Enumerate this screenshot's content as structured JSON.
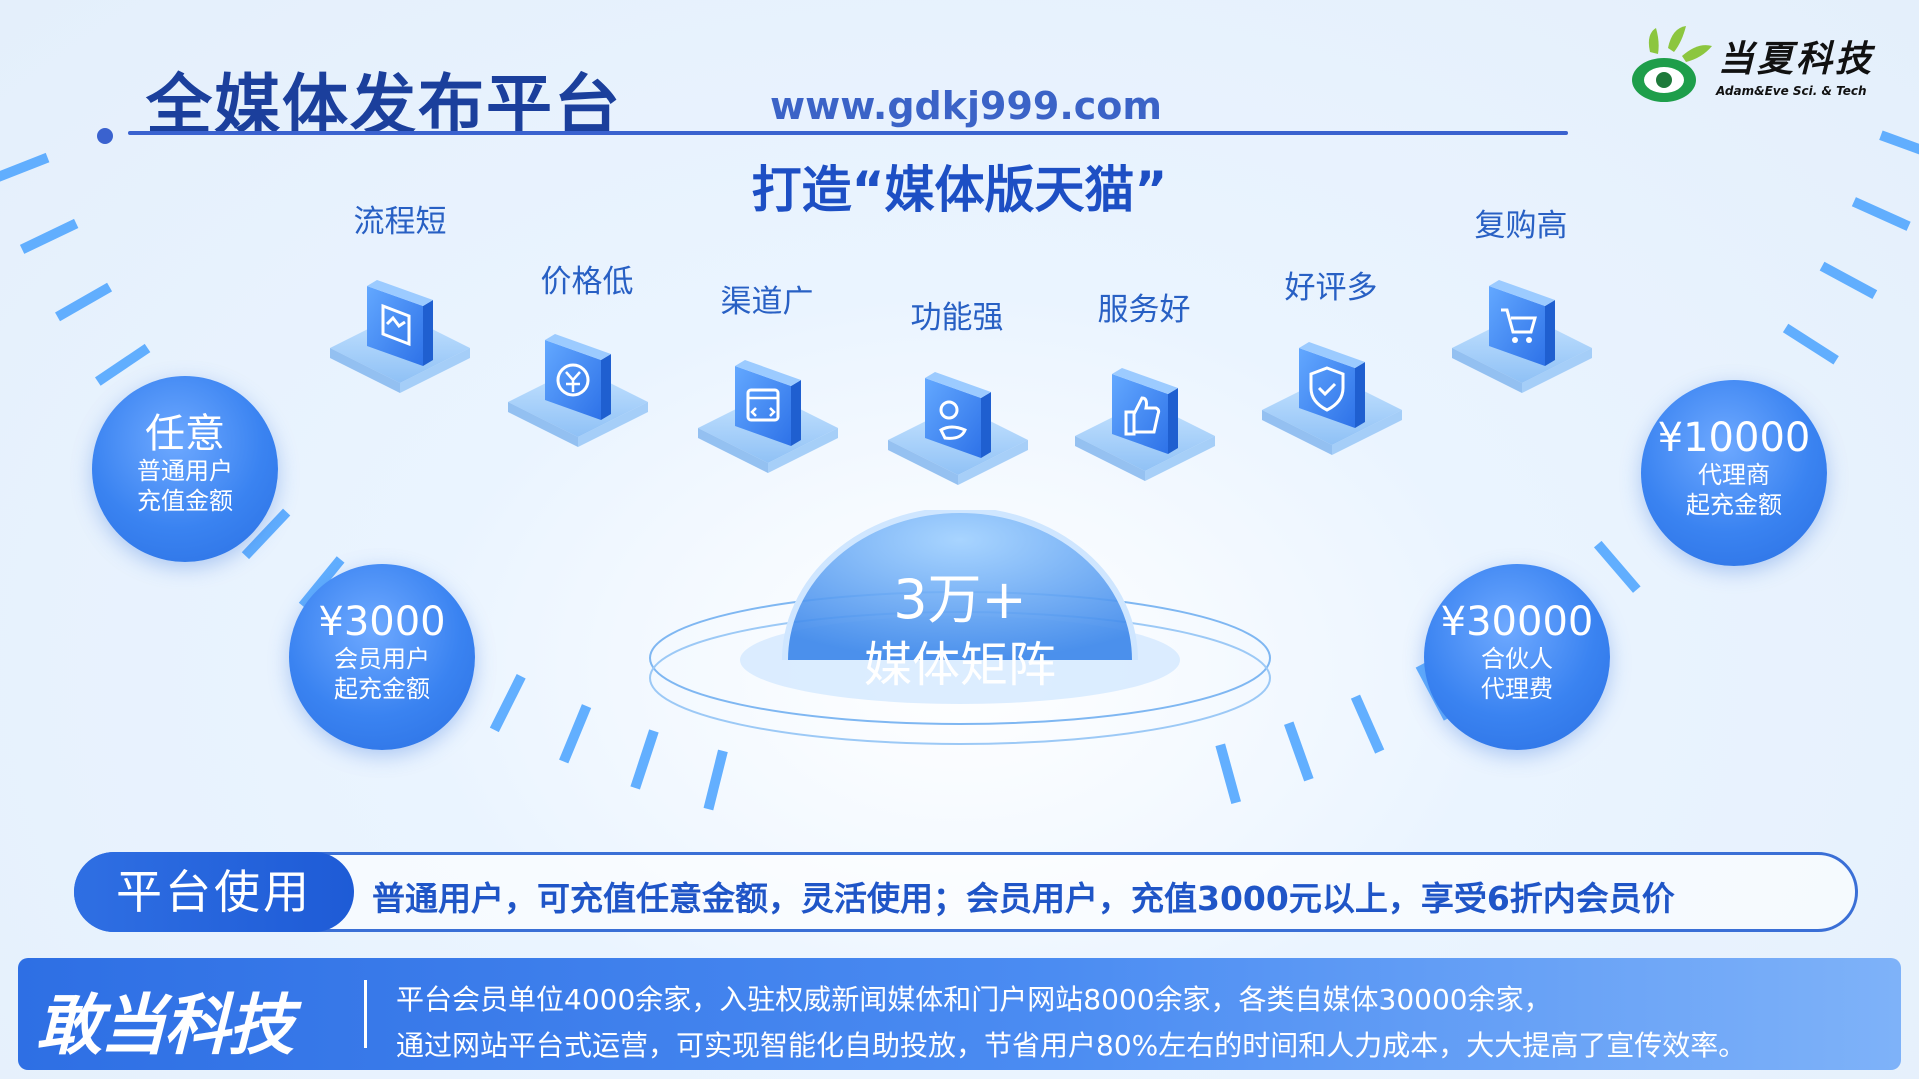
{
  "header": {
    "title": "全媒体发布平台",
    "url": "www.gdkj999.com",
    "subtitle": "打造“媒体版天猫”"
  },
  "logo": {
    "name_cn": "当夏科技",
    "name_en": "Adam&Eve Sci. & Tech"
  },
  "features": [
    {
      "label": "流程短",
      "icon": "chart-window-icon"
    },
    {
      "label": "价格低",
      "icon": "yuan-coin-icon"
    },
    {
      "label": "渠道广",
      "icon": "code-window-icon"
    },
    {
      "label": "功能强",
      "icon": "gear-hand-icon"
    },
    {
      "label": "服务好",
      "icon": "thumbs-up-icon"
    },
    {
      "label": "好评多",
      "icon": "shield-check-icon"
    },
    {
      "label": "复购高",
      "icon": "shopping-cart-icon"
    }
  ],
  "center": {
    "big": "3万+",
    "label": "媒体矩阵"
  },
  "bubbles": [
    {
      "big": "任意",
      "l1": "普通用户",
      "l2": "充值金额"
    },
    {
      "big": "¥3000",
      "l1": "会员用户",
      "l2": "起充金额"
    },
    {
      "big": "¥10000",
      "l1": "代理商",
      "l2": "起充金额"
    },
    {
      "big": "¥30000",
      "l1": "合伙人",
      "l2": "代理费"
    }
  ],
  "usage": {
    "tag": "平台使用",
    "text": "普通用户，可充值任意金额，灵活使用；会员用户，充值3000元以上，享受6折内会员价"
  },
  "footer": {
    "brand": "敢当科技",
    "line1": "平台会员单位4000余家，入驻权威新闻媒体和门户网站8000余家，各类自媒体30000余家，",
    "line2": "通过网站平台式运营，可实现智能化自助投放，节省用户80%左右的时间和人力成本，大大提高了宣传效率。"
  },
  "colors": {
    "primary": "#2e6fe4",
    "dark": "#1b3f9c",
    "accent": "#4aa3ff",
    "logo_green": "#7cc11a"
  }
}
